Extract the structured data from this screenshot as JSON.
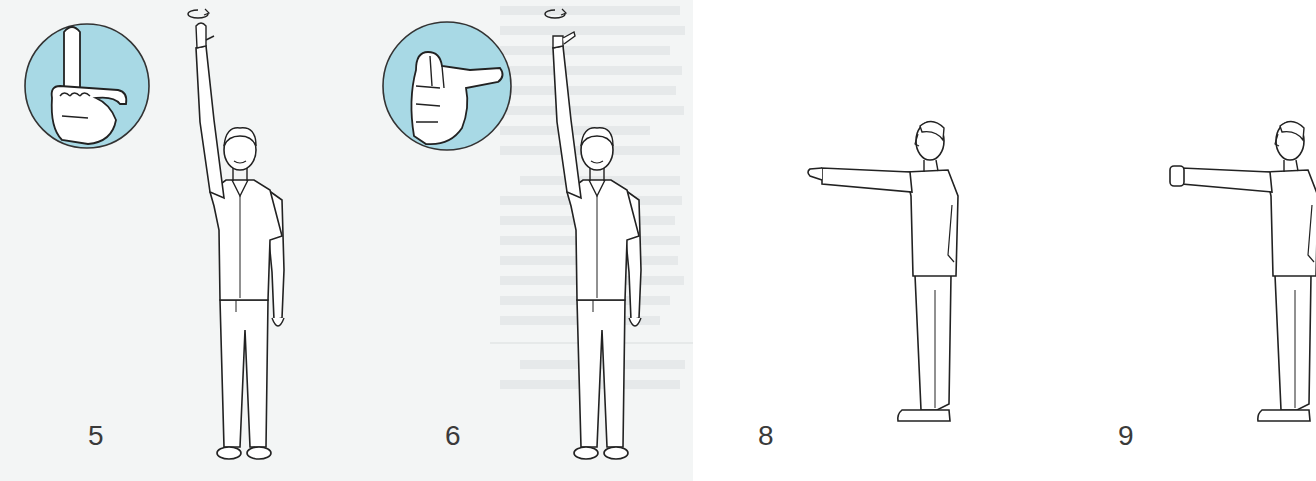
{
  "diagram": {
    "labels": [
      "5",
      "6",
      "8",
      "9"
    ]
  }
}
